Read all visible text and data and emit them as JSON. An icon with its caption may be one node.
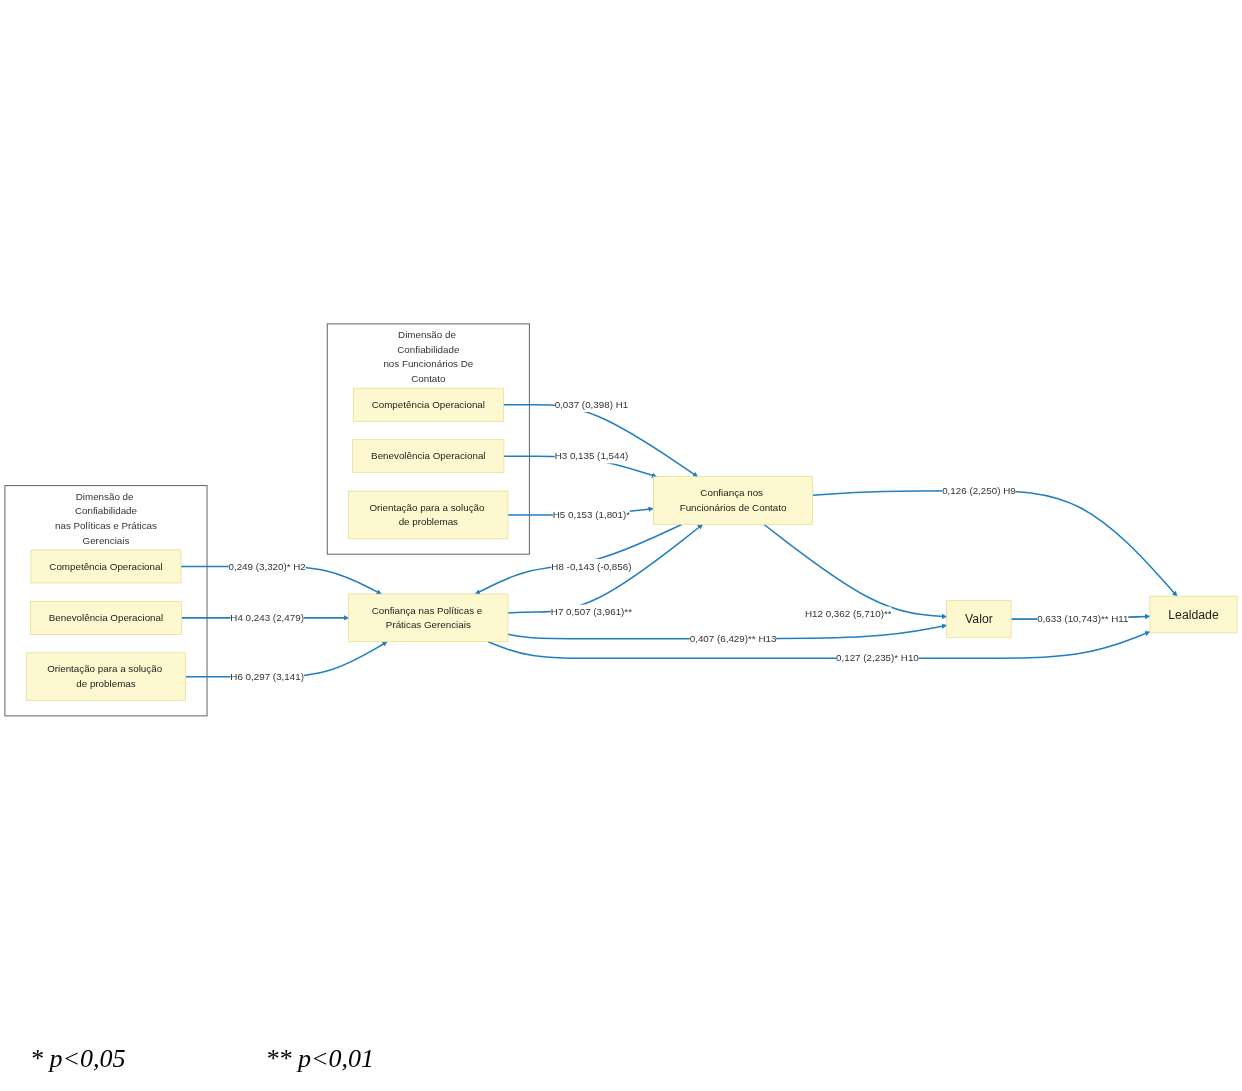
{
  "diagram": {
    "nodes": [
      {
        "text": [
          "Dimensão de Confiabilidade nas Políticas e Práticas Gerenciais"
        ]
      },
      {
        "text": [
          "Competência Operacional"
        ],
        "in": 0
      },
      {
        "text": [
          "Benevolência Operacional"
        ],
        "in": 0
      },
      {
        "text": [
          "Orientação para a solução de problemas"
        ],
        "in": 0
      },
      {
        "text": [
          "Confiança nas Políticas e Práticas Gerenciais"
        ]
      },
      {
        "text": [
          "Valor"
        ]
      },
      {
        "text": [
          "Lealdade"
        ]
      },
      {
        "text": [
          "Dimensão de Confiabilidade nos Funcionários De Contato"
        ]
      },
      {
        "text": [
          "Competência Operacional"
        ],
        "in": 7
      },
      {
        "text": [
          "Benevolência Operacional"
        ],
        "in": 7
      },
      {
        "text": [
          "Orientação para a solução de problemas"
        ],
        "in": 7
      },
      {
        "text": [
          "Confiança nos Funcionários de Contato"
        ]
      }
    ],
    "edges": [
      {
        "from": 1,
        "to": 4,
        "arrow": "to",
        "label": "0,249 (3,320)* H2"
      },
      {
        "from": 2,
        "to": 4,
        "arrow": "to",
        "label": "H4 0,243 (2,479)"
      },
      {
        "from": 3,
        "to": 4,
        "arrow": "to",
        "label": "H6 0,297 (3,141)"
      },
      {
        "from": 4,
        "to": 6,
        "arrow": "to",
        "label": "0,127 (2,235)* H10"
      },
      {
        "from": 4,
        "to": 5,
        "arrow": "to",
        "label": "0,407 (6,429)** H13"
      },
      {
        "from": 11,
        "to": 4,
        "arrow": "to",
        "label": "H8 -0,143 (-0,856)"
      },
      {
        "from": 4,
        "to": 11,
        "arrow": "to",
        "label": "H7 0,507 (3,961)**"
      },
      {
        "from": 5,
        "to": 6,
        "arrow": "to",
        "label": "0,633 (10,743)** H11"
      },
      {
        "from": 11,
        "to": 5,
        "arrow": "to",
        "label": "H12 0,362 (5,710)**"
      },
      {
        "from": 8,
        "to": 11,
        "arrow": "to",
        "label": "0,037 (0,398) H1"
      },
      {
        "from": 9,
        "to": 11,
        "arrow": "to",
        "label": "H3 0,135 (1,544)"
      },
      {
        "from": 10,
        "to": 11,
        "arrow": "to",
        "label": "H5 0,153 (1,801)*"
      },
      {
        "from": 11,
        "to": 6,
        "arrow": "to",
        "label": "0,126 (2,250) H9"
      }
    ],
    "labels": [
      "* p<0,05",
      "** p<0,01"
    ]
  }
}
